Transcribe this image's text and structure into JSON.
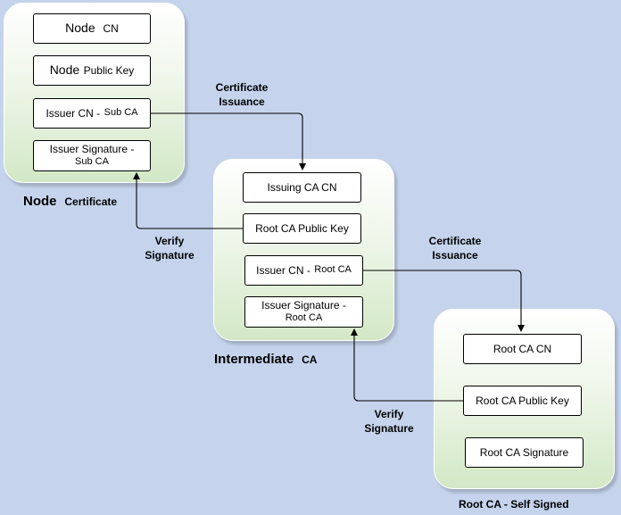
{
  "node_certificate": {
    "caption_a": "Node",
    "caption_b": "Certificate",
    "fields": {
      "cn_a": "Node",
      "cn_b": "CN",
      "pubkey_a": "Node",
      "pubkey_b": "Public Key",
      "issuer_a": "Issuer CN - ",
      "issuer_b": "Sub CA",
      "sig_a": "Issuer Signature -",
      "sig_b": "Sub CA"
    }
  },
  "intermediate_ca": {
    "caption_a": "Intermediate",
    "caption_b": "CA",
    "fields": {
      "issuing_cn": "Issuing CA CN",
      "root_pubkey": "Root CA Public Key",
      "issuer_a": "Issuer CN - ",
      "issuer_b": "Root CA",
      "sig_a": "Issuer Signature -",
      "sig_b": "Root CA"
    }
  },
  "root_ca": {
    "caption": "Root CA - Self Signed",
    "fields": {
      "cn": "Root CA CN",
      "pubkey": "Root CA Public Key",
      "signature": "Root CA Signature"
    }
  },
  "connectors": {
    "issuance_1_a": "Certificate",
    "issuance_1_b": "Issuance",
    "verify_1_a": "Verify",
    "verify_1_b": "Signature",
    "issuance_2_a": "Certificate",
    "issuance_2_b": "Issuance",
    "verify_2_a": "Verify",
    "verify_2_b": "Signature"
  }
}
